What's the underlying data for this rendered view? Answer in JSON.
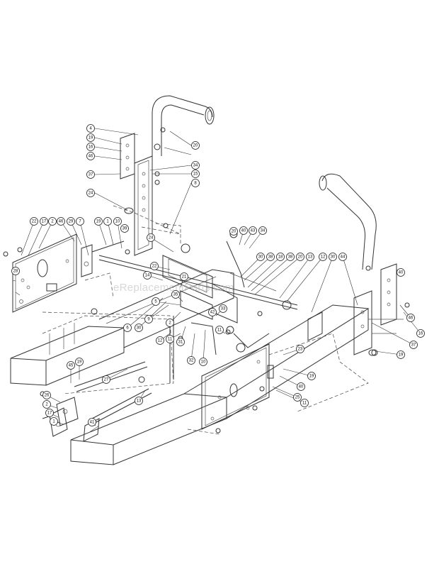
{
  "watermark": "eReplacementParts.com",
  "callouts": [
    {
      "id": "c1",
      "label": "4"
    },
    {
      "id": "c2",
      "label": "19"
    },
    {
      "id": "c3",
      "label": "16"
    },
    {
      "id": "c4",
      "label": "46"
    },
    {
      "id": "c5",
      "label": "37"
    },
    {
      "id": "c6",
      "label": "34"
    },
    {
      "id": "c7",
      "label": "22"
    },
    {
      "id": "c8",
      "label": "17"
    },
    {
      "id": "c9",
      "label": "2"
    },
    {
      "id": "c10",
      "label": "46"
    },
    {
      "id": "c11",
      "label": "29"
    },
    {
      "id": "c12",
      "label": "7"
    },
    {
      "id": "c13",
      "label": "19"
    },
    {
      "id": "c14",
      "label": "1"
    },
    {
      "id": "c15",
      "label": "10"
    },
    {
      "id": "c16",
      "label": "39"
    },
    {
      "id": "c17",
      "label": "20"
    },
    {
      "id": "c18",
      "label": "40"
    },
    {
      "id": "c19",
      "label": "43"
    },
    {
      "id": "c20",
      "label": "34"
    },
    {
      "id": "c21",
      "label": "15"
    },
    {
      "id": "c22",
      "label": "8"
    },
    {
      "id": "c23",
      "label": "24"
    },
    {
      "id": "c24",
      "label": "20"
    },
    {
      "id": "c25",
      "label": "30"
    },
    {
      "id": "c26",
      "label": "38"
    },
    {
      "id": "c27",
      "label": "18"
    },
    {
      "id": "c28",
      "label": "38"
    },
    {
      "id": "c29",
      "label": "20"
    },
    {
      "id": "c30",
      "label": "13"
    },
    {
      "id": "c31",
      "label": "12"
    },
    {
      "id": "c32",
      "label": "30"
    },
    {
      "id": "c33",
      "label": "44"
    },
    {
      "id": "c34",
      "label": "24"
    },
    {
      "id": "c35",
      "label": "40"
    },
    {
      "id": "c36",
      "label": "46"
    },
    {
      "id": "c37",
      "label": "16"
    },
    {
      "id": "c38",
      "label": "37"
    },
    {
      "id": "c39",
      "label": "19"
    },
    {
      "id": "c40",
      "label": "22"
    },
    {
      "id": "c41",
      "label": "14"
    },
    {
      "id": "c42",
      "label": "21"
    },
    {
      "id": "c43",
      "label": "35"
    },
    {
      "id": "c44",
      "label": "5"
    },
    {
      "id": "c45",
      "label": "6"
    },
    {
      "id": "c46",
      "label": "30"
    },
    {
      "id": "c47",
      "label": "9"
    },
    {
      "id": "c48",
      "label": "2"
    },
    {
      "id": "c49",
      "label": "31"
    },
    {
      "id": "c50",
      "label": "32"
    },
    {
      "id": "c51",
      "label": "10"
    },
    {
      "id": "c52",
      "label": "42"
    },
    {
      "id": "c53",
      "label": "33"
    },
    {
      "id": "c54",
      "label": "11"
    },
    {
      "id": "c55",
      "label": "12"
    },
    {
      "id": "c56",
      "label": "11"
    },
    {
      "id": "c57",
      "label": "45"
    },
    {
      "id": "c58",
      "label": "19"
    },
    {
      "id": "c59",
      "label": "27"
    },
    {
      "id": "c60",
      "label": "13"
    },
    {
      "id": "c61",
      "label": "26"
    },
    {
      "id": "c62",
      "label": "2"
    },
    {
      "id": "c63",
      "label": "17"
    },
    {
      "id": "c64",
      "label": "1"
    },
    {
      "id": "c65",
      "label": "41"
    },
    {
      "id": "c66",
      "label": "23"
    },
    {
      "id": "c67",
      "label": "19"
    },
    {
      "id": "c68",
      "label": "40"
    },
    {
      "id": "c69",
      "label": "25"
    },
    {
      "id": "c70",
      "label": "11"
    },
    {
      "id": "c71",
      "label": "28"
    }
  ]
}
